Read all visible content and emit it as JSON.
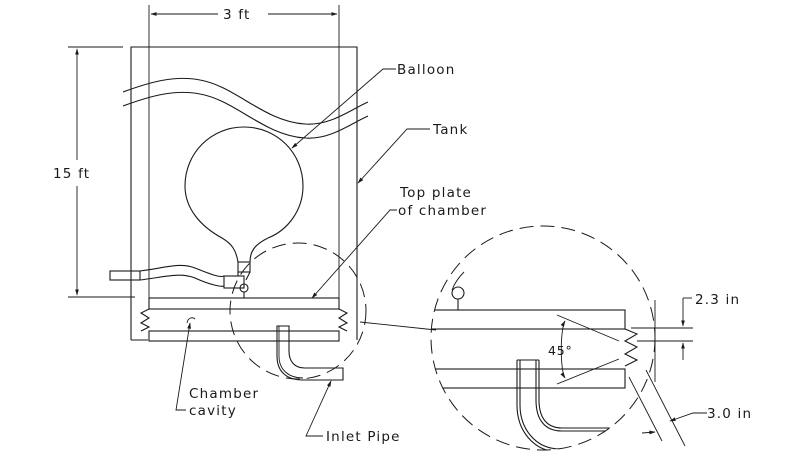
{
  "diagram": {
    "title": "Balloon tank with chamber and inlet pipe — detail view",
    "colors": {
      "line": "#1a1a1a",
      "background": "#ffffff"
    },
    "dimensions": {
      "width": "3 ft",
      "height": "15 ft",
      "gap": "2.3 in",
      "plate_thickness": "3.0 in",
      "angle": "45°"
    },
    "labels": {
      "balloon": "Balloon",
      "tank": "Tank",
      "top_plate_line1": "Top plate",
      "top_plate_line2": "of chamber",
      "chamber_line1": "Chamber",
      "chamber_line2": "cavity",
      "inlet_pipe": "Inlet Pipe"
    }
  }
}
